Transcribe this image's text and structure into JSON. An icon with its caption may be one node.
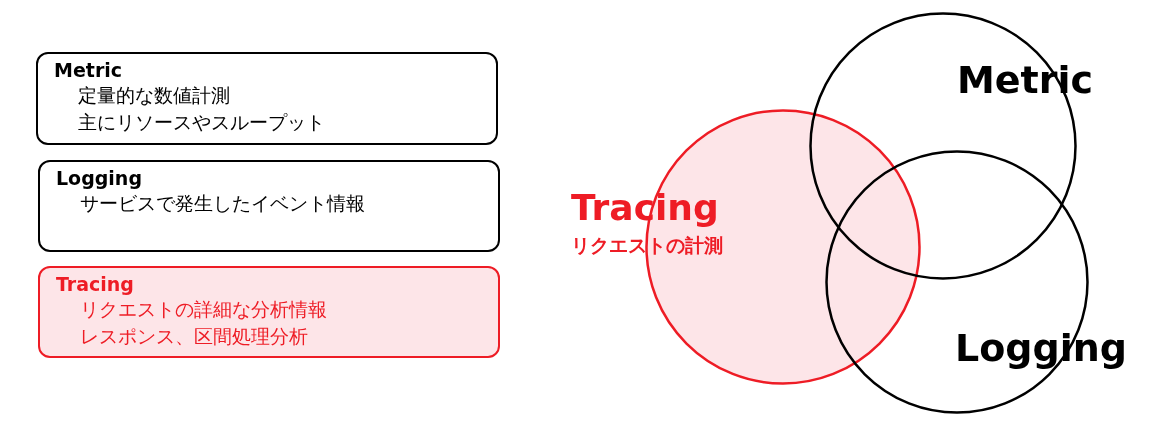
{
  "diagram": {
    "nodes": [
      {
        "text": [
          "Metric",
          "定量的な数値計測",
          "主にリソースやスループット"
        ]
      },
      {
        "text": [
          "Logging",
          "サービスで発生したイベント情報"
        ]
      },
      {
        "text": [
          "Tracing",
          "リクエストの詳細な分析情報",
          "レスポンス、区間処理分析"
        ]
      },
      {
        "text": [
          "Tracing",
          "リクエストの計測"
        ]
      },
      {
        "text": [
          "Metric"
        ]
      },
      {
        "text": [
          "Logging"
        ]
      }
    ],
    "edges": []
  }
}
